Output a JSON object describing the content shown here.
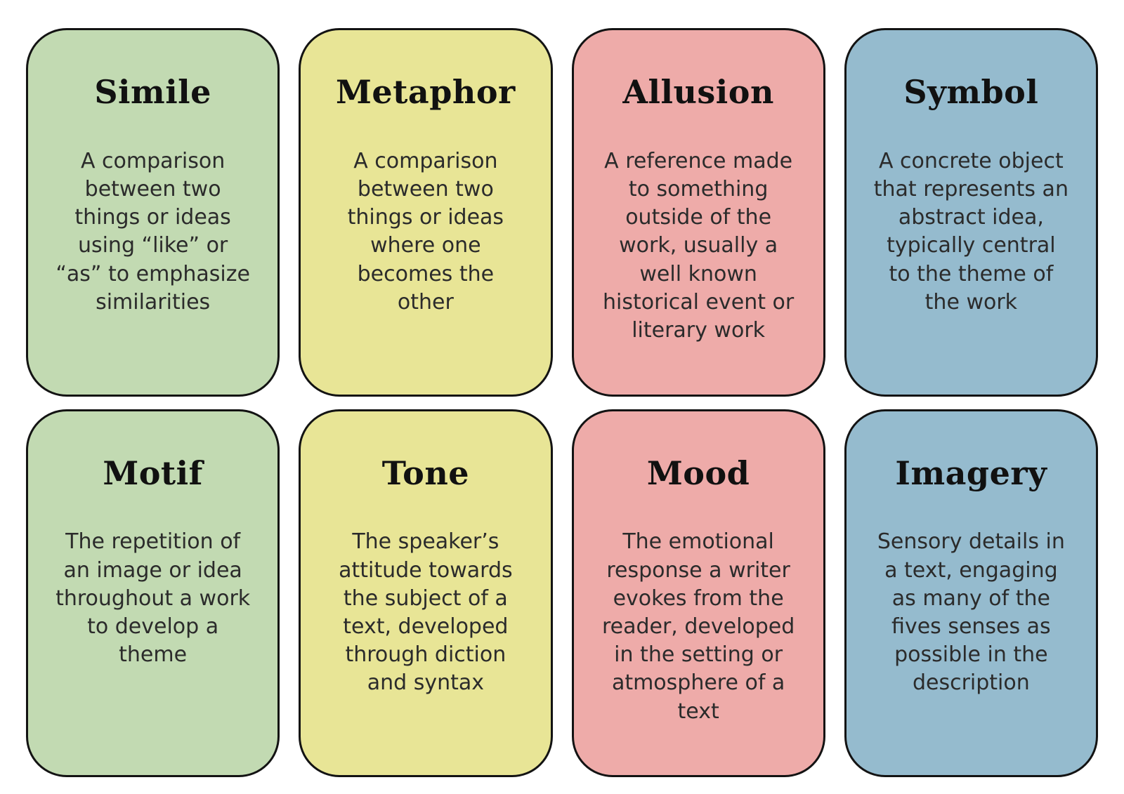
{
  "page": {
    "background_color": "#ffffff",
    "card_border_color": "#131313",
    "title_color": "#111111",
    "text_color": "#2b2b2b"
  },
  "palette": {
    "green": "#c2dab2",
    "yellow": "#e8e596",
    "pink": "#eeaba9",
    "blue": "#95bbce"
  },
  "cards": [
    {
      "title": "Simile",
      "color": "#c2dab2",
      "description": "A comparison\nbetween two\nthings or ideas\nusing “like” or\n“as” to emphasize\nsimilarities"
    },
    {
      "title": "Metaphor",
      "color": "#e8e596",
      "description": "A comparison\nbetween two\nthings or ideas\nwhere one\nbecomes the\nother"
    },
    {
      "title": "Allusion",
      "color": "#eeaba9",
      "description": "A reference made\nto something\noutside of the\nwork, usually a\nwell known\nhistorical event or\nliterary work"
    },
    {
      "title": "Symbol",
      "color": "#95bbce",
      "description": "A concrete object\nthat represents an\nabstract idea,\ntypically central\nto the theme of\nthe work"
    },
    {
      "title": "Motif",
      "color": "#c2dab2",
      "description": "The repetition of\nan image or idea\nthroughout a work\nto develop a\ntheme"
    },
    {
      "title": "Tone",
      "color": "#e8e596",
      "description": "The speaker’s\nattitude towards\nthe subject of a\ntext, developed\nthrough diction\nand syntax"
    },
    {
      "title": "Mood",
      "color": "#eeaba9",
      "description": "The emotional\nresponse a writer\nevokes from the\nreader, developed\nin the setting or\natmosphere of a\ntext"
    },
    {
      "title": "Imagery",
      "color": "#95bbce",
      "description": "Sensory details in\na text, engaging\nas many of the\nfives senses as\npossible in the\ndescription"
    }
  ]
}
